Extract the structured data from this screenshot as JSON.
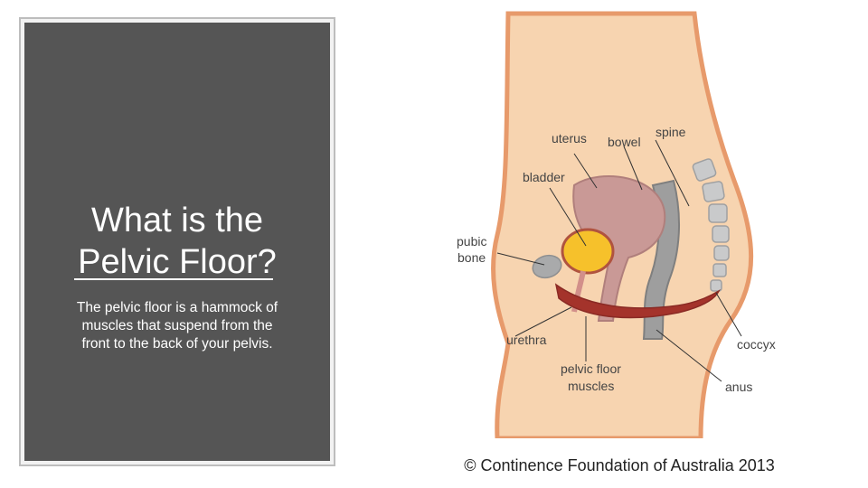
{
  "slide": {
    "title": "What is the\nPelvic Floor?",
    "body": "The pelvic floor is a hammock of\nmuscles that suspend from the\nfront to the back of your pelvis."
  },
  "diagram": {
    "labels": {
      "uterus": "uterus",
      "bowel": "bowel",
      "spine": "spine",
      "bladder": "bladder",
      "pubic_bone_1": "pubic",
      "pubic_bone_2": "bone",
      "urethra": "urethra",
      "pelvic_floor_1": "pelvic floor",
      "pelvic_floor_2": "muscles",
      "coccyx": "coccyx",
      "anus": "anus"
    },
    "colors": {
      "skin": "#f7d4b0",
      "skin_outline": "#e79a6b",
      "uterus": "#c99996",
      "bladder": "#f6c12b",
      "bone": "#a9aaab",
      "muscle": "#a4332b"
    }
  },
  "caption": "© Continence Foundation of Australia 2013"
}
